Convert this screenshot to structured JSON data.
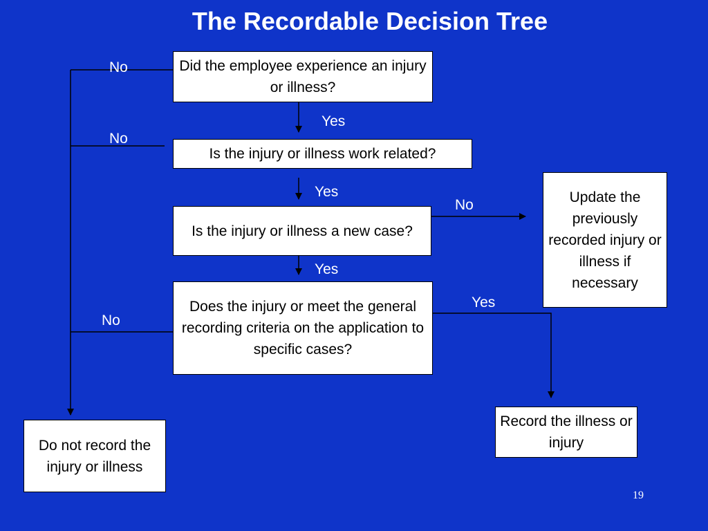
{
  "title": "The Recordable Decision Tree",
  "page_number": "19",
  "boxes": {
    "q1": "Did the employee experience an injury or illness?",
    "q2": "Is the injury or illness work related?",
    "q3": "Is the injury or illness a new case?",
    "q4": "Does the injury or meet the general recording criteria on the application to specific cases?",
    "do_not_record": "Do not record the injury or illness",
    "update": "Update the previously recorded injury or illness if necessary",
    "record": "Record the illness or injury"
  },
  "labels": {
    "q1_no": "No",
    "q1_yes": "Yes",
    "q2_no": "No",
    "q2_yes": "Yes",
    "q3_no": "No",
    "q3_yes": "Yes",
    "q4_no": "No",
    "q4_yes": "Yes"
  },
  "colors": {
    "background": "#0f34c9",
    "box": "#ffffff",
    "text": "#000000",
    "line": "#000000"
  }
}
